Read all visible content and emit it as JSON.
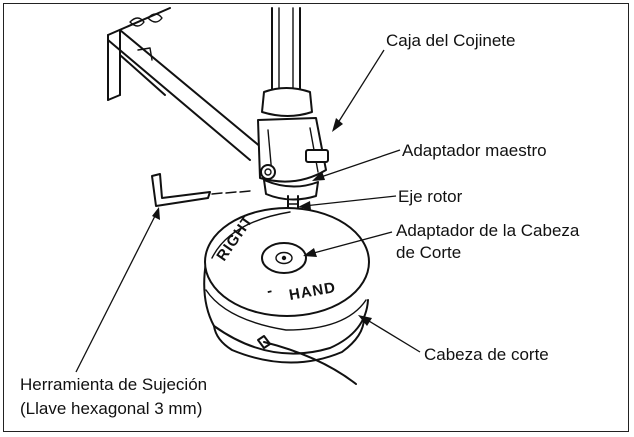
{
  "labels": {
    "bearing_housing": "Caja del Cojinete",
    "master_adapter": "Adaptador maestro",
    "rotor_shaft": "Eje rotor",
    "head_adapter_line1": "Adaptador de la Cabeza",
    "head_adapter_line2": "de Corte",
    "cutting_head": "Cabeza de corte",
    "tool_line1": "Herramienta de Sujeción",
    "tool_line2": "(Llave hexagonal 3 mm)"
  },
  "spool_stamp": {
    "word1": "RIGHT",
    "word2": "HAND"
  },
  "icons": [
    "hex-key-icon",
    "cutting-head-spool-icon",
    "shaft-tube-icon",
    "guard-bracket-icon"
  ]
}
